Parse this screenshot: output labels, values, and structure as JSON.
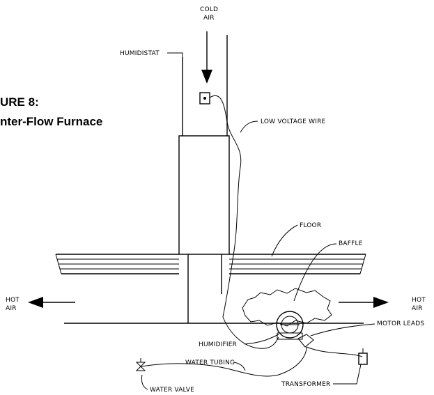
{
  "figure": {
    "title_line1": "URE 8:",
    "title_line2": "nter-Flow Furnace"
  },
  "labels": {
    "cold_air_1": "COLD",
    "cold_air_2": "AIR",
    "humidistat": "HUMIDISTAT",
    "low_voltage_wire": "LOW VOLTAGE WIRE",
    "floor": "FLOOR",
    "baffle": "BAFFLE",
    "hot_air_left_1": "HOT",
    "hot_air_left_2": "AIR",
    "hot_air_right_1": "HOT",
    "hot_air_right_2": "AIR",
    "motor_leads": "MOTOR LEADS",
    "humidifier": "HUMIDIFIER",
    "water_tubing": "WATER TUBING",
    "transformer": "TRANSFORMER",
    "water_valve": "WATER VALVE"
  }
}
